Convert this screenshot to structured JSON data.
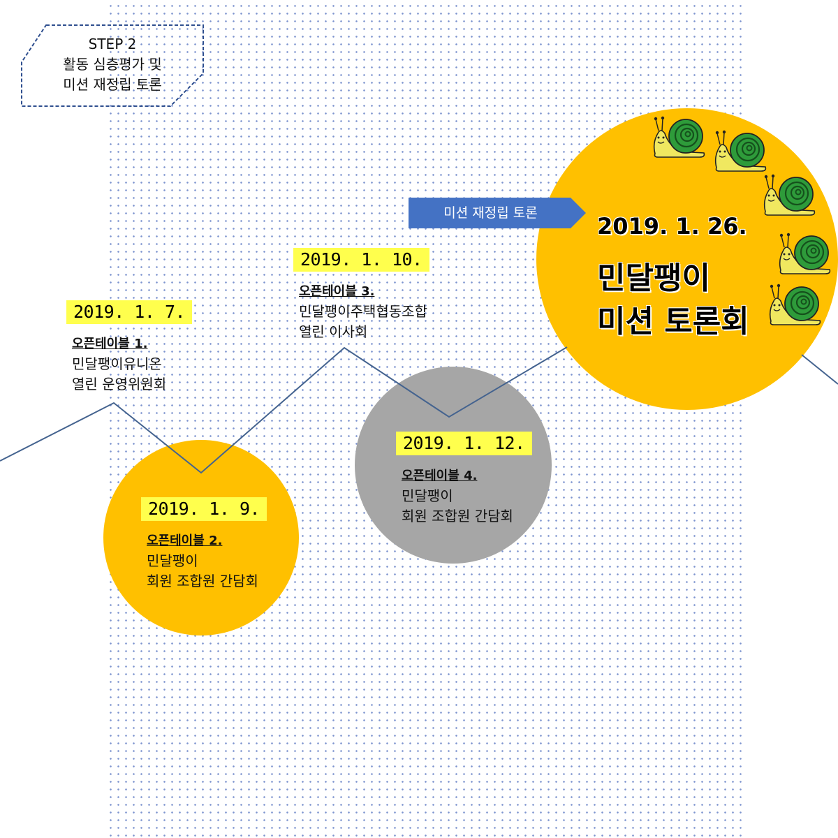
{
  "step": {
    "lines": [
      "STEP 2",
      "활동 심층평가 및",
      "미션 재정립 토론"
    ],
    "border_color": "#2f4f8f"
  },
  "arrow_label": "미션 재정립 토론",
  "colors": {
    "accent_yellow": "#ffc000",
    "highlight": "#ffff4d",
    "gray": "#a6a6a6",
    "line": "#44638f",
    "arrow": "#4472c4",
    "snail_shell": "#2e9b3a",
    "snail_body": "#f0e860"
  },
  "events": [
    {
      "date": "2019. 1. 7.",
      "title": "오픈테이블 1.",
      "lines": [
        "민달팽이유니온",
        "열린 운영위원회"
      ]
    },
    {
      "date": "2019. 1. 9.",
      "title": "오픈테이블 2.",
      "lines": [
        "민달팽이",
        "회원 조합원 간담회"
      ]
    },
    {
      "date": "2019. 1. 10.",
      "title": "오픈테이블 3.",
      "lines": [
        "민달팽이주택협동조합",
        "열린 이사회"
      ]
    },
    {
      "date": "2019. 1. 12.",
      "title": "오픈테이블 4.",
      "lines": [
        "민달팽이",
        "회원 조합원 간담회"
      ]
    }
  ],
  "main_event": {
    "date": "2019. 1. 26.",
    "title_lines": [
      "민달팽이",
      "미션 토론회"
    ]
  },
  "decoration": {
    "icon": "snail-icon",
    "count": 5
  }
}
